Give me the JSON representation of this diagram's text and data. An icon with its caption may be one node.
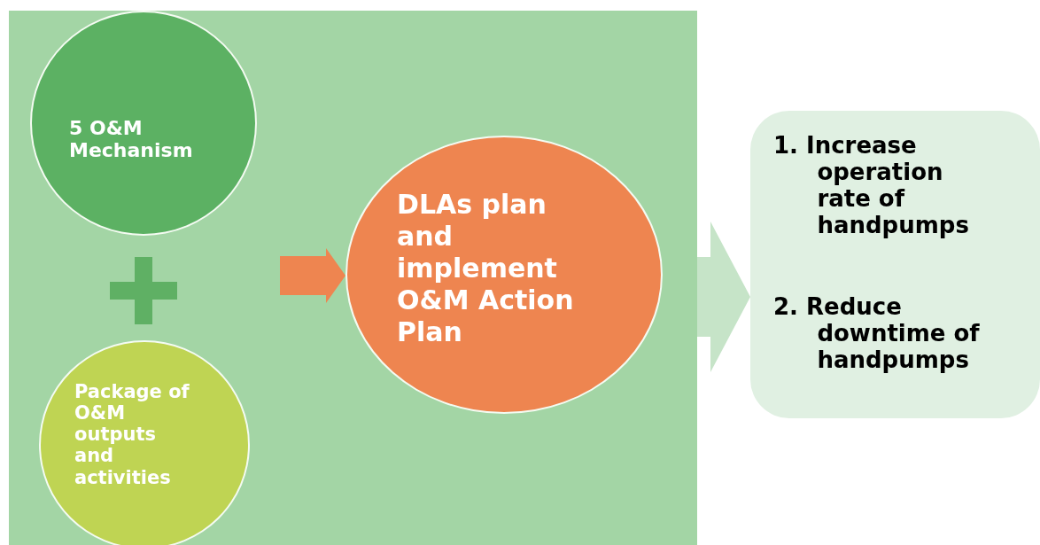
{
  "diagram": {
    "nodes": [
      {
        "text": [],
        "shape": "box"
      },
      {
        "text": [
          "5 O&M Mechanism"
        ],
        "in": 0
      },
      {
        "text": [
          "Package of O&M outputs and activities"
        ],
        "in": 0
      },
      {
        "text": [
          "DLAs plan and implement O&M Action Plan"
        ],
        "in": 0
      },
      {
        "text": [
          "1. Increase operation rate of handpumps",
          "2. Reduce downtime of handpumps"
        ]
      }
    ],
    "edges": [
      {
        "from": null,
        "to": 3,
        "arrow": "to",
        "style": "thick",
        "color": "#ee8550"
      },
      {
        "from": 0,
        "to": 4,
        "arrow": "to",
        "style": "thick",
        "color": "#c6e4c8"
      }
    ]
  }
}
